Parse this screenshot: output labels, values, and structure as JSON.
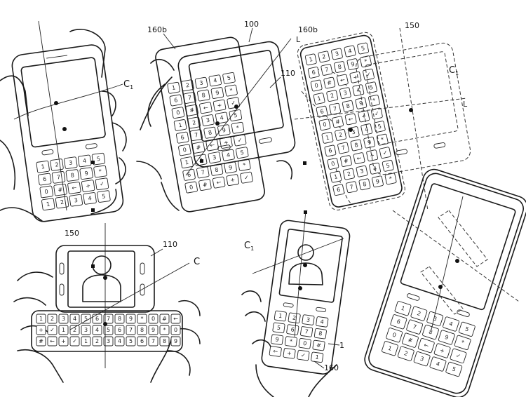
{
  "labels": {
    "fig1_c1": "C",
    "fig2_160b": "160b",
    "fig2_100": "100",
    "fig2_110": "110",
    "fig2_l": "L",
    "fig3_160b": "160b",
    "fig3_150": "150",
    "fig3_c1": "C",
    "fig3_l": "L",
    "fig4_150": "150",
    "fig4_110": "110",
    "fig4_c": "C",
    "fig5_c1": "C",
    "fig5_1": "1",
    "fig5_160": "160"
  },
  "keypad_glyphs": [
    "1",
    "2",
    "3",
    "4",
    "5",
    "6",
    "7",
    "8",
    "9",
    "*",
    "0",
    "#",
    "←",
    "+",
    "✓"
  ]
}
